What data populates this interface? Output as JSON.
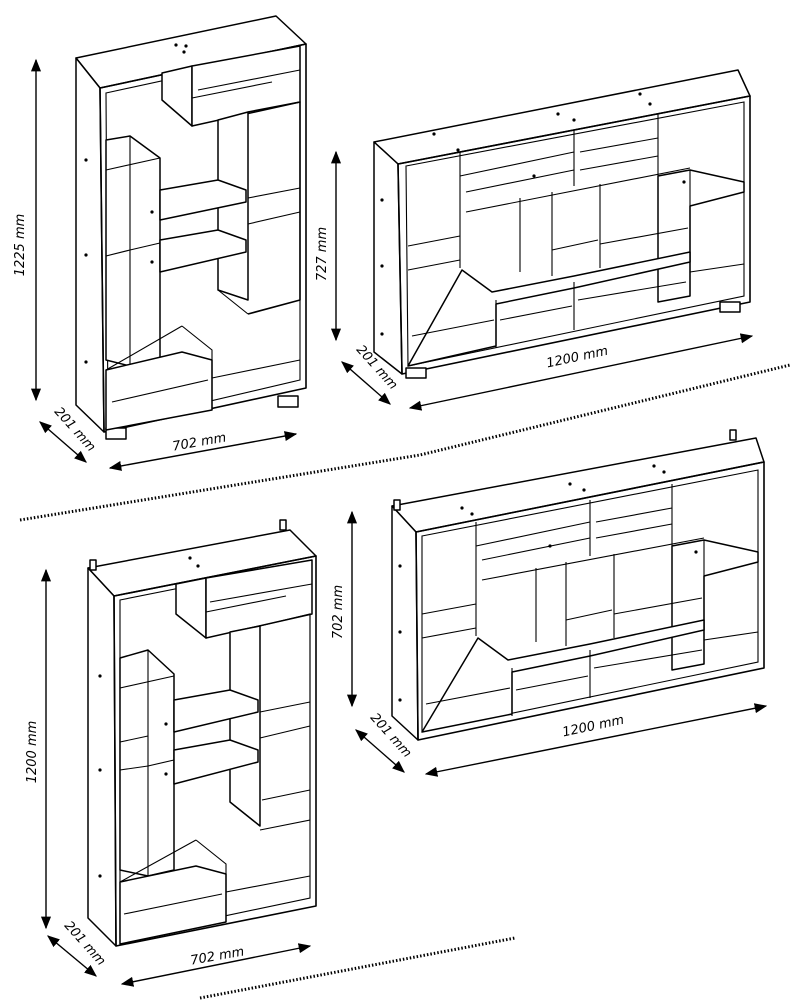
{
  "figures": [
    {
      "id": "tall-floor-unit",
      "height_label": "1225 mm",
      "width_label": "702 mm",
      "depth_label": "201 mm"
    },
    {
      "id": "wide-floor-unit",
      "height_label": "727 mm",
      "width_label": "1200 mm",
      "depth_label": "201 mm"
    },
    {
      "id": "tall-wall-unit",
      "height_label": "1200 mm",
      "width_label": "702 mm",
      "depth_label": "201 mm"
    },
    {
      "id": "wide-wall-unit",
      "height_label": "702 mm",
      "width_label": "1200 mm",
      "depth_label": "201 mm"
    }
  ],
  "colors": {
    "ink": "#000000",
    "paper": "#ffffff"
  }
}
